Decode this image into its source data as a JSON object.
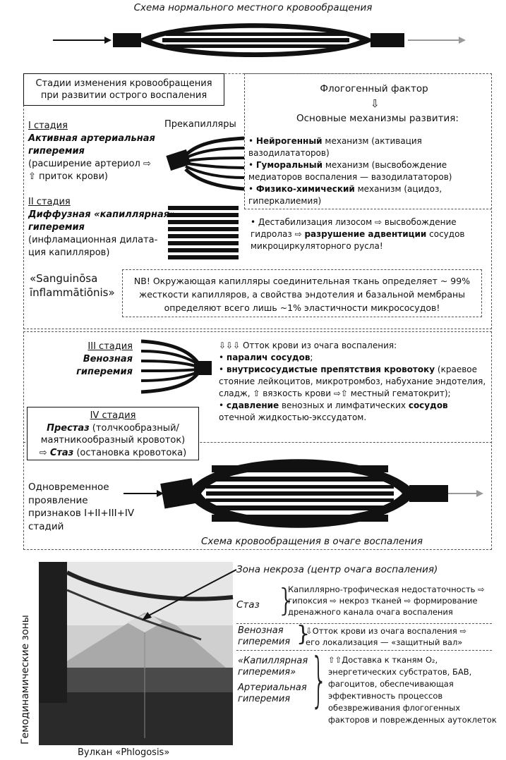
{
  "top": {
    "title": "Схема нормального местного кровообращения"
  },
  "stages_box": {
    "line1": "Стадии изменения кровообращения",
    "line2": "при развитии острого воспаления"
  },
  "phlogogenic": {
    "factor": "Флогогенный фактор",
    "mechanisms_title": "Основные механизмы развития:",
    "mech1_bold": "Нейрогенный",
    "mech1_rest": " механизм (активация вазодилататоров)",
    "mech2_bold": "Гуморальный",
    "mech2_rest": " механизм (высвобождение медиаторов воспаления — вазодилататоров)",
    "mech3_bold": "Физико-химический",
    "mech3_rest": " механизм (ацидоз, гиперкалиемия)"
  },
  "precap_label": "Прекапилляры",
  "stage1": {
    "label": "I стадия",
    "name_line1": "Активная артериальная",
    "name_line2": "гиперемия",
    "desc_line1": "(расширение артериол ⇨",
    "desc_line2": "⇧ приток крови)"
  },
  "stage2": {
    "label": "II стадия",
    "name_line1": "Диффузная «капиллярная»",
    "name_line2": "гиперемия",
    "desc_line1": "(инфламационная дилата-",
    "desc_line2": "ция капилляров)"
  },
  "lysosome": {
    "part1": "Дестабилизация лизосом ⇨ высвобождение гидролаз ⇨ ",
    "bold": "разрушение адвентиции",
    "part2": " сосудов микроциркуляторного русла!"
  },
  "latin": {
    "line1": "«Sanguinōsa",
    "line2": "īnflammātiōnis»"
  },
  "nb": {
    "line1": "NB! Окружающая капилляры соединительная ткань определяет ~ 99%",
    "line2": "жесткости капилляров, а свойства эндотелия и базальной мембраны",
    "line3": "определяют всего лишь ~1% эластичности микрососудов!"
  },
  "stage3": {
    "label": "III стадия",
    "name_line1": "Венозная",
    "name_line2": "гиперемия"
  },
  "outflow": {
    "title": "⇩⇩⇩ Отток крови из очага воспаления:",
    "item1": "паралич сосудов",
    "item1_tail": ";",
    "item2_bold": "внутрисосудистые препятствия кровотоку",
    "item2_rest": " (краевое стояние лейкоцитов, микротромбоз, набухание эндотелия, сладж, ⇧ вязкость крови ⇨⇧ местный гематокрит);",
    "item3_bold1": "сдавление",
    "item3_mid": " венозных и лимфатических ",
    "item3_bold2": "сосудов",
    "item3_rest": " отечной жидкостью-экссудатом."
  },
  "stage4": {
    "label": "IV стадия",
    "line1_bi": "Престаз",
    "line1_rest": " (толчкообразный/",
    "line2": "маятникообразный кровоток)",
    "line3_arrow": "⇨ ",
    "line3_bi": "Стаз",
    "line3_rest": " (остановка кровотока)"
  },
  "simultaneous": {
    "line1": "Одновременное",
    "line2": "проявление",
    "line3": "признаков I+II+III+IV",
    "line4": "стадий"
  },
  "inflamed_caption": "Схема кровообращения в очаге воспаления",
  "volcano": {
    "necrosis": "Зона некроза (центр очага воспаления)",
    "stasis": "Стаз",
    "stasis_desc1": "Капиллярно-трофическая недостаточность ⇨",
    "stasis_desc2": "гипоксия ⇨ некроз тканей ⇨ формирование",
    "stasis_desc3": "дренажного канала очага воспаления",
    "venous1": "Венозная",
    "venous2": "гиперемия",
    "venous_desc1": "⇩Отток крови из очага воспаления ⇨",
    "venous_desc2": "его локализация — «защитный вал»",
    "capillary1": "«Капиллярная",
    "capillary2": "гиперемия»",
    "arterial1": "Артериальная",
    "arterial2": "гиперемия",
    "art_desc1": "⇧⇧Доставка к тканям O₂,",
    "art_desc2": "энергетических субстратов, БАВ,",
    "art_desc3": "фагоцитов, обеспечивающая",
    "art_desc4": "эффективность процессов",
    "art_desc5": "обезвреживания флогогенных",
    "art_desc6": "факторов и поврежденных аутоклеток",
    "zones_label": "Гемодинамические зоны",
    "caption": "Вулкан «Phlogosis»"
  }
}
